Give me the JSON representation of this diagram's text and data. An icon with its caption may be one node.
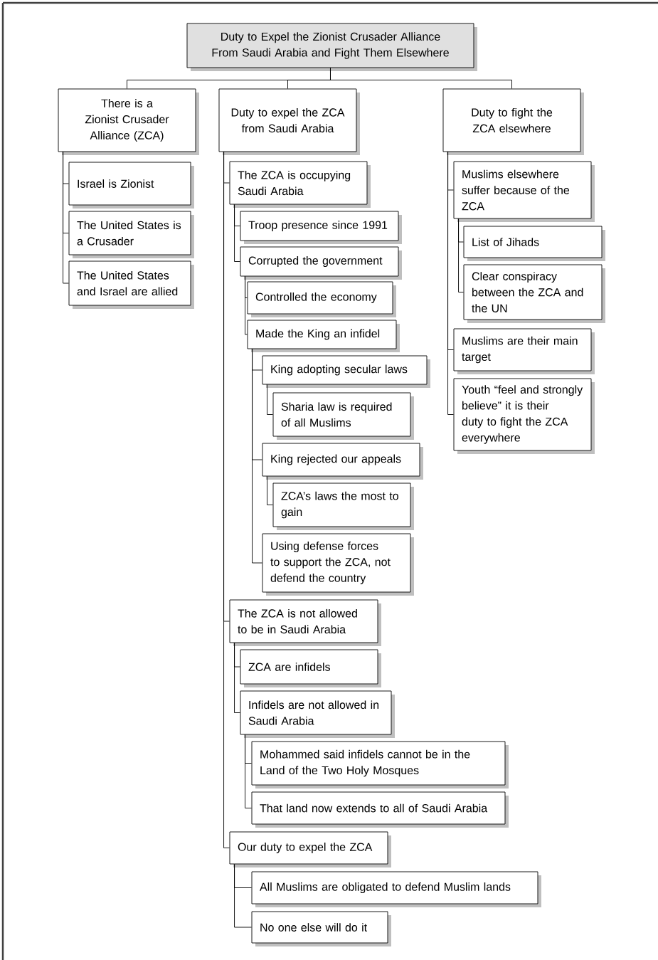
{
  "diagram": {
    "nodes": [
      {
        "text": [
          "Duty to Expel the Zionist Crusader Alliance From Saudi Arabia and Fight Them Elsewhere"
        ]
      },
      {
        "text": [
          "There is a Zionist Crusader Alliance (ZCA)"
        ]
      },
      {
        "text": [
          "Duty to expel the ZCA from Saudi Arabia"
        ]
      },
      {
        "text": [
          "Duty to fight the ZCA elsewhere"
        ]
      },
      {
        "text": [
          "Israel is Zionist"
        ]
      },
      {
        "text": [
          "The United States is a Crusader"
        ]
      },
      {
        "text": [
          "The United States and Israel are allied"
        ]
      },
      {
        "text": [
          "The ZCA is occupying Saudi Arabia"
        ]
      },
      {
        "text": [
          "Troop presence since 1991"
        ]
      },
      {
        "text": [
          "Corrupted the government"
        ]
      },
      {
        "text": [
          "Controlled the economy"
        ]
      },
      {
        "text": [
          "Made the King an infidel"
        ]
      },
      {
        "text": [
          "King adopting secular laws"
        ]
      },
      {
        "text": [
          "Sharia law is required of all Muslims"
        ]
      },
      {
        "text": [
          "King rejected our appeals"
        ]
      },
      {
        "text": [
          "ZCA’s laws the most to gain"
        ]
      },
      {
        "text": [
          "Using defense forces to support the ZCA, not defend the country"
        ]
      },
      {
        "text": [
          "The ZCA is not allowed to be in Saudi Arabia"
        ]
      },
      {
        "text": [
          "ZCA are infidels"
        ]
      },
      {
        "text": [
          "Infidels are not allowed in Saudi Arabia"
        ]
      },
      {
        "text": [
          "Mohammed said infidels cannot be in the Land of the Two Holy Mosques"
        ]
      },
      {
        "text": [
          "That land now extends to all of Saudi Arabia"
        ]
      },
      {
        "text": [
          "Our duty to expel the ZCA"
        ]
      },
      {
        "text": [
          "All Muslims are obligated to defend Muslim lands"
        ]
      },
      {
        "text": [
          "No one else will do it"
        ]
      },
      {
        "text": [
          "Muslims elsewhere suffer because of the ZCA"
        ]
      },
      {
        "text": [
          "List of Jihads"
        ]
      },
      {
        "text": [
          "Clear conspiracy between the ZCA and the UN"
        ]
      },
      {
        "text": [
          "Muslims are their main target"
        ]
      },
      {
        "text": [
          "Youth “feel and strongly believe” it is their duty to fight the ZCA everywhere"
        ]
      }
    ],
    "edges": [
      {
        "from": 0,
        "to": 1,
        "arrow": "none"
      },
      {
        "from": 0,
        "to": 2,
        "arrow": "none"
      },
      {
        "from": 0,
        "to": 3,
        "arrow": "none"
      },
      {
        "from": 1,
        "to": 4,
        "arrow": "none"
      },
      {
        "from": 1,
        "to": 5,
        "arrow": "none"
      },
      {
        "from": 1,
        "to": 6,
        "arrow": "none"
      },
      {
        "from": 2,
        "to": 7,
        "arrow": "none"
      },
      {
        "from": 7,
        "to": 8,
        "arrow": "none"
      },
      {
        "from": 7,
        "to": 9,
        "arrow": "none"
      },
      {
        "from": 9,
        "to": 10,
        "arrow": "none"
      },
      {
        "from": 9,
        "to": 11,
        "arrow": "none"
      },
      {
        "from": 11,
        "to": 12,
        "arrow": "none"
      },
      {
        "from": 12,
        "to": 13,
        "arrow": "none"
      },
      {
        "from": 11,
        "to": 14,
        "arrow": "none"
      },
      {
        "from": 14,
        "to": 15,
        "arrow": "none"
      },
      {
        "from": 11,
        "to": 16,
        "arrow": "none"
      },
      {
        "from": 2,
        "to": 17,
        "arrow": "none"
      },
      {
        "from": 17,
        "to": 18,
        "arrow": "none"
      },
      {
        "from": 17,
        "to": 19,
        "arrow": "none"
      },
      {
        "from": 19,
        "to": 20,
        "arrow": "none"
      },
      {
        "from": 19,
        "to": 21,
        "arrow": "none"
      },
      {
        "from": 2,
        "to": 22,
        "arrow": "none"
      },
      {
        "from": 22,
        "to": 23,
        "arrow": "none"
      },
      {
        "from": 22,
        "to": 24,
        "arrow": "none"
      },
      {
        "from": 3,
        "to": 25,
        "arrow": "none"
      },
      {
        "from": 25,
        "to": 26,
        "arrow": "none"
      },
      {
        "from": 25,
        "to": 27,
        "arrow": "none"
      },
      {
        "from": 3,
        "to": 28,
        "arrow": "none"
      },
      {
        "from": 3,
        "to": 29,
        "arrow": "none"
      }
    ]
  }
}
